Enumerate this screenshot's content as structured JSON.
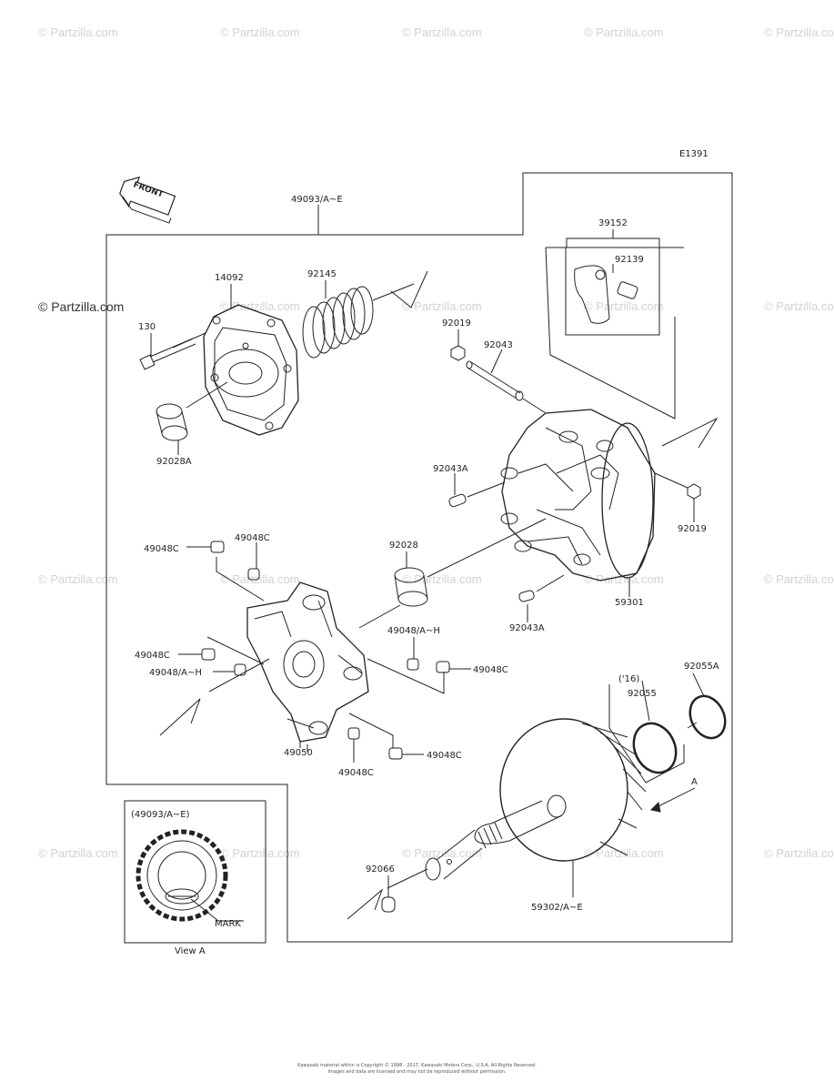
{
  "diagram_code": "E1391",
  "watermark": "© Partzilla.com",
  "front_label": "FRONT",
  "view": {
    "title": "(49093/A~E)",
    "mark": "MARK",
    "caption": "View A"
  },
  "arrow_label": "A",
  "year_note": "('16)",
  "parts": {
    "p49093": "49093/A~E",
    "p39152": "39152",
    "p92139": "92139",
    "p14092": "14092",
    "p92145": "92145",
    "p130": "130",
    "p92019a": "92019",
    "p92043": "92043",
    "p92028a": "92028A",
    "p92043a_1": "92043A",
    "p92019b": "92019",
    "p49048c_1": "49048C",
    "p49048c_2": "49048C",
    "p92028": "92028",
    "p59301": "59301",
    "p92043a_2": "92043A",
    "p49048ah_1": "49048/A~H",
    "p49048c_3": "49048C",
    "p49048ah_2": "49048/A~H",
    "p49048c_4": "49048C",
    "p92055a": "92055A",
    "p92055": "92055",
    "p49050": "49050",
    "p49048c_5": "49048C",
    "p49048c_6": "49048C",
    "p92066": "92066",
    "p59302": "59302/A~E"
  },
  "footer": {
    "line1": "Kawasaki material within is Copyright © 1998 - 2017, Kawasaki Motors Corp., U.S.A. All Rights Reserved.",
    "line2": "Images and data are licensed and may not be reproduced without permission."
  }
}
